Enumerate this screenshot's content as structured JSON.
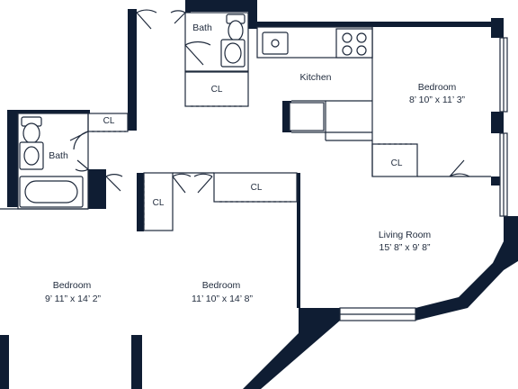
{
  "colors": {
    "wall": "#0f1d33",
    "line": "#1f2a3c",
    "background": "#ffffff"
  },
  "rooms": {
    "bath_top": {
      "name": "Bath"
    },
    "bath_left": {
      "name": "Bath"
    },
    "kitchen": {
      "name": "Kitchen"
    },
    "bedroom_right": {
      "name": "Bedroom",
      "dims": "8’ 10” x 11’ 3”"
    },
    "living_room": {
      "name": "Living Room",
      "dims": "15’ 8” x 9’ 8”"
    },
    "bedroom_left": {
      "name": "Bedroom",
      "dims": "9’ 11” x 14’ 2”"
    },
    "bedroom_center": {
      "name": "Bedroom",
      "dims": "11’ 10” x 14’ 8”"
    }
  },
  "closets": {
    "top": "CL",
    "left": "CL",
    "right_bedroom": "CL",
    "center_small": "CL",
    "center_wide": "CL"
  },
  "fixtures": [
    "toilet-icon",
    "sink-icon",
    "bathtub-icon",
    "stove-icon",
    "kitchen-sink-icon",
    "refrigerator-icon"
  ]
}
